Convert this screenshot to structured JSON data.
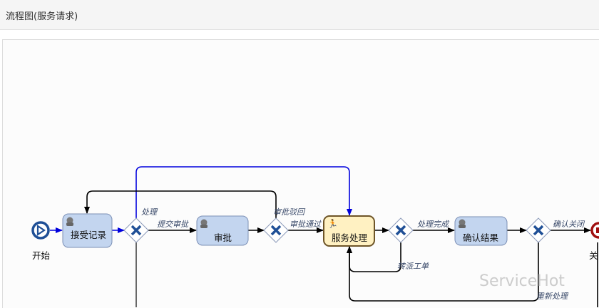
{
  "header": {
    "title": "流程图(服务请求)"
  },
  "diagram": {
    "start_label": "开始",
    "end_label": "关",
    "tasks": [
      "接受记录",
      "审批",
      "服务处理",
      "确认结果"
    ],
    "flows": {
      "process": "处理",
      "submit": "提交审批",
      "reject": "审批驳回",
      "approve": "审批通过",
      "done": "处理完成",
      "transfer": "转派工单",
      "confirm": "确认关闭",
      "redo": "重新处理"
    },
    "active_color": "#0000dd",
    "active_task": "服务处理"
  },
  "watermark": "ServiceHot"
}
